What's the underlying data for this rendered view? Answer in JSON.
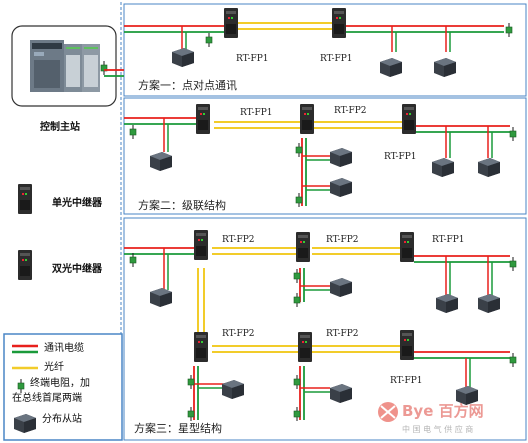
{
  "master": {
    "label": "控制主站"
  },
  "device_legend": {
    "single": "单光中继器",
    "dual": "双光中继器"
  },
  "schemes": {
    "s1": {
      "title": "方案一：点对点通讯"
    },
    "s2": {
      "title": "方案二：级联结构"
    },
    "s3": {
      "title": "方案三：星型结构"
    }
  },
  "repeater_labels": {
    "fp1": "RT-FP1",
    "fp2": "RT-FP2"
  },
  "legend": {
    "cable": "通讯电缆",
    "fiber": "光纤",
    "terminator_line1": "终端电阻，加",
    "terminator_line2": "在总线首尾两端",
    "slave": "分布从站"
  },
  "watermark": {
    "brand": "Bye 百方网",
    "sub": "中 国 电 气 供 应 商"
  },
  "colors": {
    "cable_red": "#e8201c",
    "cable_green": "#1a9a3a",
    "fiber_yellow": "#f2cc2a",
    "terminator": "#2f9a3e",
    "panel_border": "#4a86c6",
    "dash": "#4a86c6"
  }
}
